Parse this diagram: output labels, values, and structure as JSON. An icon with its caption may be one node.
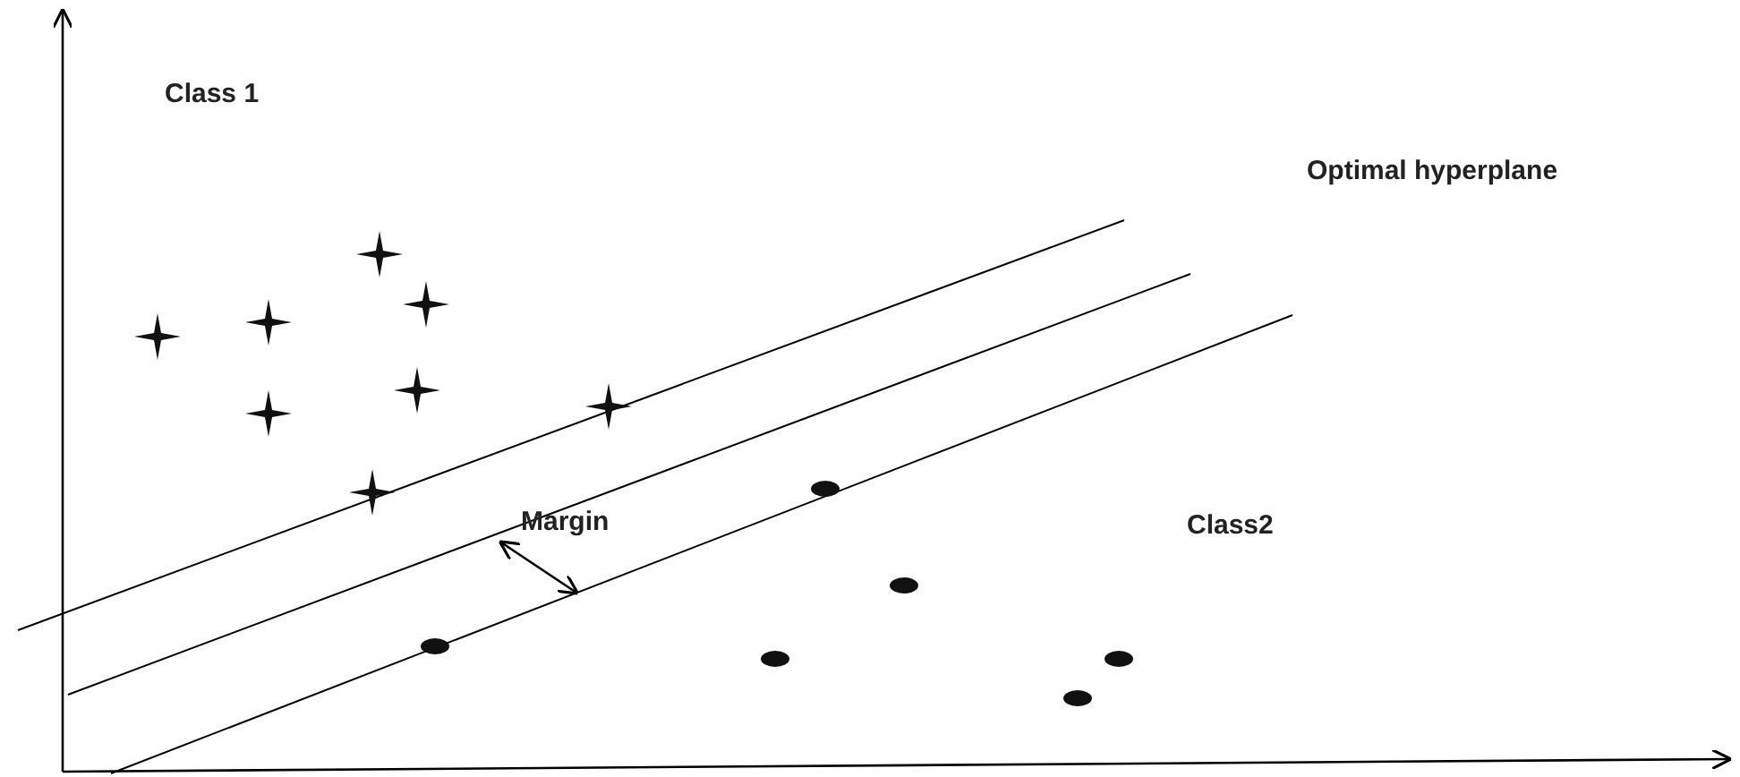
{
  "diagram": {
    "labels": [
      "Class 1",
      "Optimal hyperplane",
      "Margin",
      "Class2"
    ]
  }
}
